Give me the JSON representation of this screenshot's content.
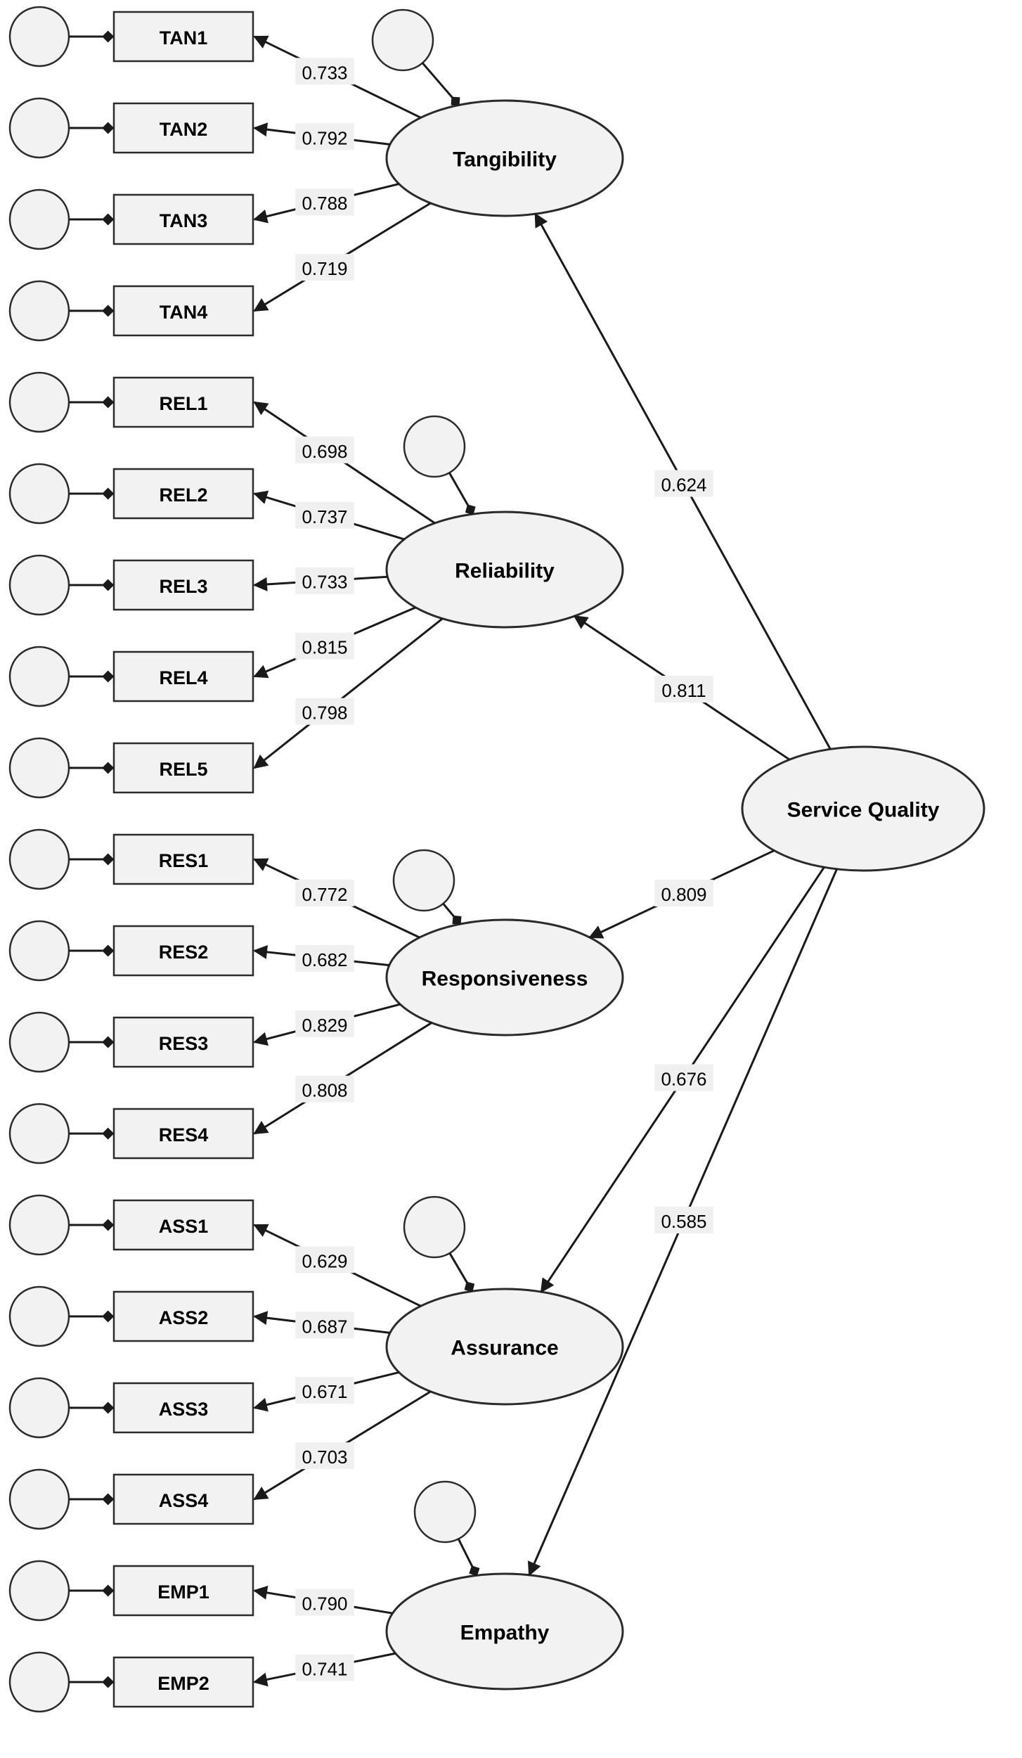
{
  "palette": {
    "background": "#ffffff",
    "node_fill": "#f2f2f2",
    "node_stroke": "#2b2b2b",
    "edge_color": "#1a1a1a",
    "label_bg": "#f0f0f0",
    "text_color": "#000000"
  },
  "second_order": {
    "name": "Service Quality",
    "loadings": [
      {
        "factor": "Tangibility",
        "value": "0.624"
      },
      {
        "factor": "Reliability",
        "value": "0.811"
      },
      {
        "factor": "Responsiveness",
        "value": "0.809"
      },
      {
        "factor": "Assurance",
        "value": "0.676"
      },
      {
        "factor": "Empathy",
        "value": "0.585"
      }
    ]
  },
  "factors": [
    {
      "name": "Tangibility",
      "indicators": [
        {
          "name": "TAN1",
          "loading": "0.733"
        },
        {
          "name": "TAN2",
          "loading": "0.792"
        },
        {
          "name": "TAN3",
          "loading": "0.788"
        },
        {
          "name": "TAN4",
          "loading": "0.719"
        }
      ]
    },
    {
      "name": "Reliability",
      "indicators": [
        {
          "name": "REL1",
          "loading": "0.698"
        },
        {
          "name": "REL2",
          "loading": "0.737"
        },
        {
          "name": "REL3",
          "loading": "0.733"
        },
        {
          "name": "REL4",
          "loading": "0.815"
        },
        {
          "name": "REL5",
          "loading": "0.798"
        }
      ]
    },
    {
      "name": "Responsiveness",
      "indicators": [
        {
          "name": "RES1",
          "loading": "0.772"
        },
        {
          "name": "RES2",
          "loading": "0.682"
        },
        {
          "name": "RES3",
          "loading": "0.829"
        },
        {
          "name": "RES4",
          "loading": "0.808"
        }
      ]
    },
    {
      "name": "Assurance",
      "indicators": [
        {
          "name": "ASS1",
          "loading": "0.629"
        },
        {
          "name": "ASS2",
          "loading": "0.687"
        },
        {
          "name": "ASS3",
          "loading": "0.671"
        },
        {
          "name": "ASS4",
          "loading": "0.703"
        }
      ]
    },
    {
      "name": "Empathy",
      "indicators": [
        {
          "name": "EMP1",
          "loading": "0.790"
        },
        {
          "name": "EMP2",
          "loading": "0.741"
        }
      ]
    }
  ]
}
